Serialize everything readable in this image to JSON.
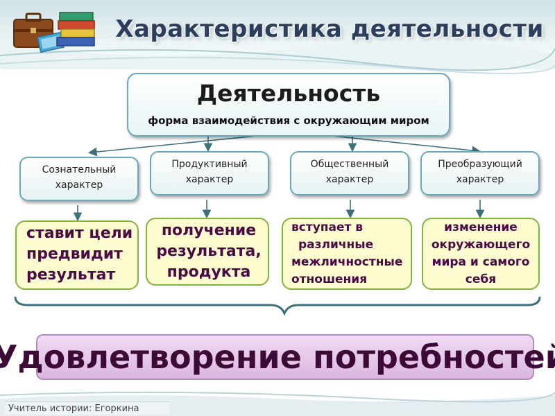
{
  "title": "Характеристика деятельности",
  "main": {
    "title": "Деятельность",
    "subtitle": "форма взаимодействия с окружающим миром"
  },
  "categories": [
    {
      "line1": "Сознательный",
      "line2": "характер"
    },
    {
      "line1": "Продуктивный",
      "line2": "характер"
    },
    {
      "line1": "Общественный",
      "line2": "характер"
    },
    {
      "line1": "Преобразующий",
      "line2": "характер"
    }
  ],
  "descriptions": [
    {
      "lines": [
        "ставит цели",
        "предвидит",
        "результат"
      ]
    },
    {
      "lines": [
        "получение",
        "результата,",
        "продукта"
      ]
    },
    {
      "lines": [
        "вступает в",
        "различные",
        "межличностные",
        "отношения"
      ]
    },
    {
      "lines": [
        "изменение",
        "окружающего",
        "мира и самого",
        "себя"
      ]
    }
  ],
  "conclusion": "Удовлетворение потребностей",
  "footer": "Учитель истории: Егоркина",
  "icons": [
    "briefcase-icon",
    "books-icon",
    "notebook-icon"
  ],
  "colors": {
    "title": "#2b3e5c",
    "box_border": "#6aa9b8",
    "desc_bg": "#fdfccf",
    "desc_border": "#7fb43a",
    "desc_text": "#4b0a45",
    "band": "#dcb6e0"
  }
}
